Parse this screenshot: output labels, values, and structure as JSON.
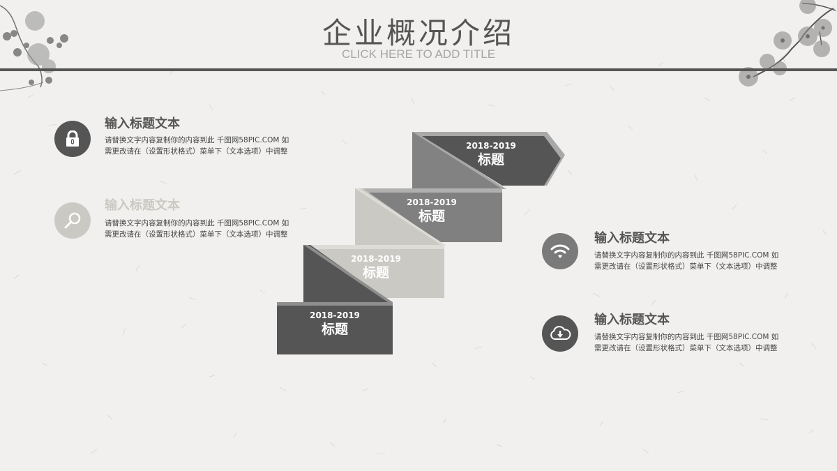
{
  "header": {
    "title": "企业概况介绍",
    "subtitle": "CLICK HERE TO ADD TITLE"
  },
  "colors": {
    "background": "#f1f0ee",
    "dark": "#555555",
    "mid": "#7f7f7f",
    "light": "#cbc9c3",
    "rule": "#555555"
  },
  "left_items": [
    {
      "icon": "lock-icon",
      "heading": "输入标题文本",
      "body": "请替换文字内容复制你的内容到此 千图网58PIC.COM 如需更改请在（设置形状格式）菜单下（文本选项）中调整"
    },
    {
      "icon": "search-icon",
      "heading": "输入标题文本",
      "body": "请替换文字内容复制你的内容到此 千图网58PIC.COM 如需更改请在（设置形状格式）菜单下（文本选项）中调整"
    }
  ],
  "right_items": [
    {
      "icon": "wifi-icon",
      "heading": "输入标题文本",
      "body": "请替换文字内容复制你的内容到此 千图网58PIC.COM 如需更改请在（设置形状格式）菜单下（文本选项）中调整"
    },
    {
      "icon": "cloud-download-icon",
      "heading": "输入标题文本",
      "body": "请替换文字内容复制你的内容到此 千图网58PIC.COM 如需更改请在（设置形状格式）菜单下（文本选项）中调整"
    }
  ],
  "steps": [
    {
      "year": "2018-2019",
      "title": "标题"
    },
    {
      "year": "2018-2019",
      "title": "标题"
    },
    {
      "year": "2018-2019",
      "title": "标题"
    },
    {
      "year": "2018-2019",
      "title": "标题"
    }
  ]
}
